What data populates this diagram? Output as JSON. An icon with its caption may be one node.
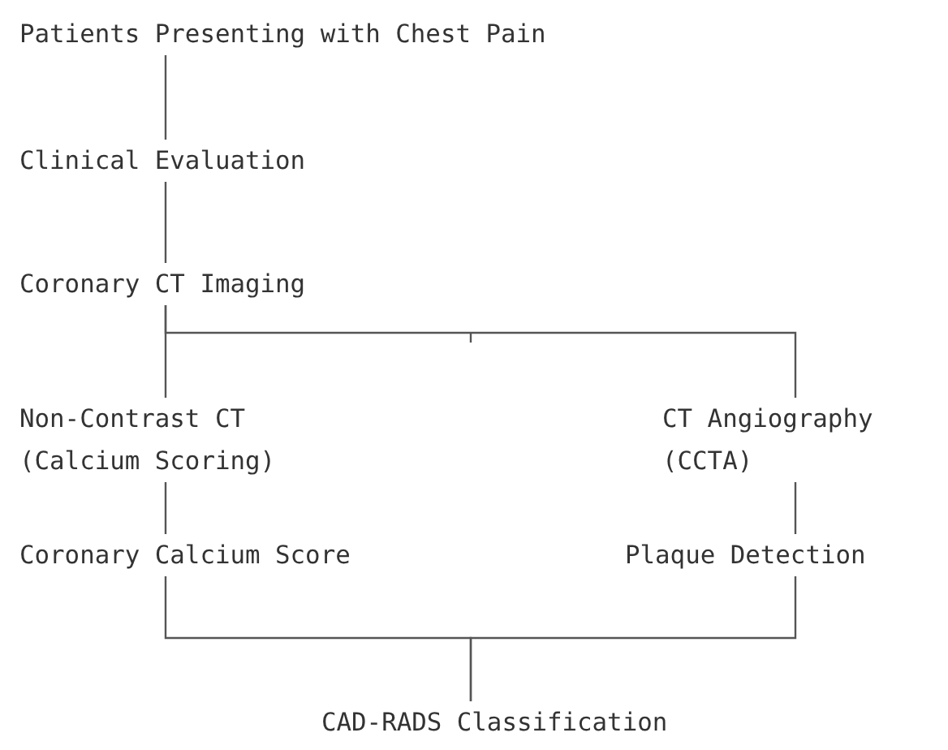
{
  "diagram": {
    "nodes": [
      {
        "text": [
          "Patients Presenting with Chest Pain"
        ]
      },
      {
        "text": [
          "Clinical Evaluation"
        ]
      },
      {
        "text": [
          "Coronary CT Imaging"
        ]
      },
      {
        "text": [
          "Non-Contrast CT (Calcium Scoring)"
        ]
      },
      {
        "text": [
          "CT Angiography (CCTA)"
        ]
      },
      {
        "text": [
          "Coronary Calcium Score"
        ]
      },
      {
        "text": [
          "Plaque Detection"
        ]
      },
      {
        "text": [
          "CAD-RADS Classification"
        ]
      }
    ],
    "edges": [
      {
        "from": 0,
        "to": 1,
        "arrow": "none"
      },
      {
        "from": 1,
        "to": 2,
        "arrow": "none"
      },
      {
        "from": 2,
        "to": 3,
        "arrow": "none"
      },
      {
        "from": 2,
        "to": 4,
        "arrow": "none"
      },
      {
        "from": 3,
        "to": 5,
        "arrow": "none"
      },
      {
        "from": 4,
        "to": 6,
        "arrow": "none"
      },
      {
        "from": 5,
        "to": 7,
        "arrow": "none"
      },
      {
        "from": 6,
        "to": 7,
        "arrow": "none"
      }
    ]
  }
}
